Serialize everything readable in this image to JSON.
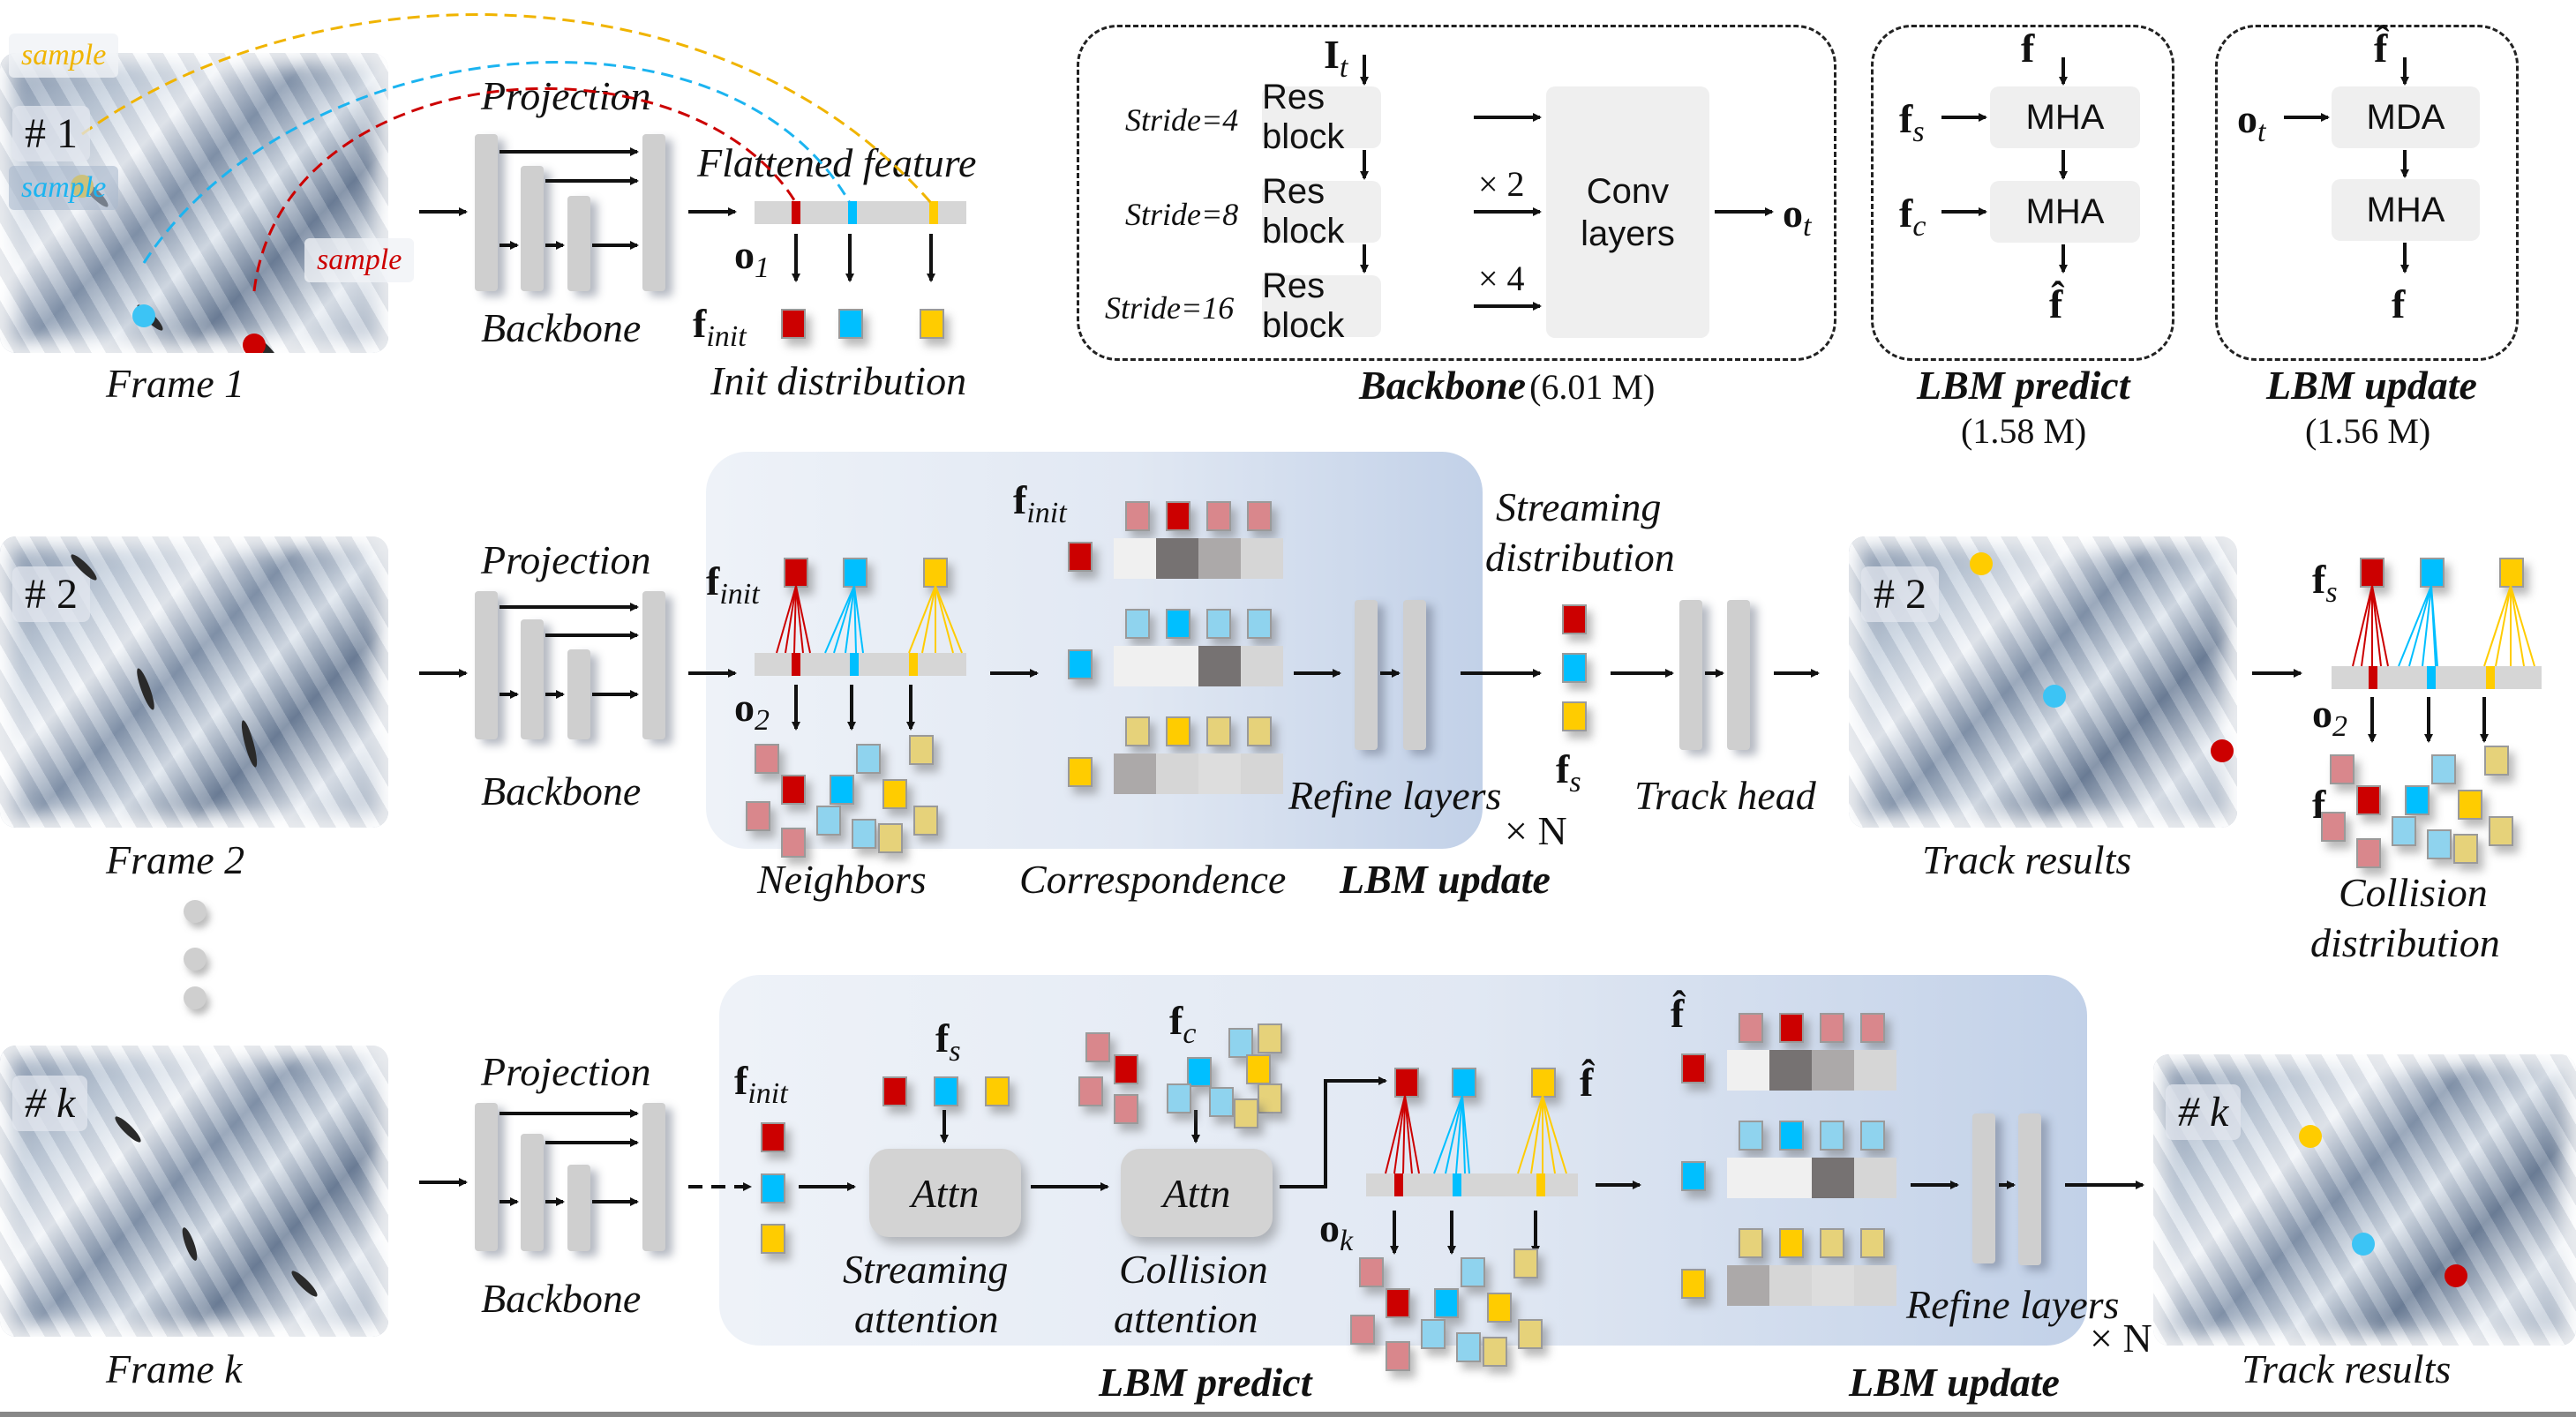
{
  "colors": {
    "red": "#cc0000",
    "blue": "#00bfff",
    "yellow": "#ffcc00",
    "red_faded": "#d9878c",
    "blue_faded": "#8fd3ee",
    "yellow_faded": "#e6d27a",
    "panel": "#c9d7ec",
    "gray_bar": "#cfcfcf"
  },
  "row1": {
    "frame_tag": "# 1",
    "frame_label": "Frame 1",
    "sample_labels": [
      "sample",
      "sample",
      "sample"
    ],
    "projection_label": "Projection",
    "backbone_label": "Backbone",
    "flattened_label": "Flattened feature",
    "o_label": "o",
    "o_sub": "1",
    "f_label": "f",
    "f_sub": "init",
    "init_distribution_label": "Init distribution"
  },
  "backbone_detail": {
    "input": "I",
    "input_sub": "t",
    "strides": [
      "Stride=4",
      "Stride=8",
      "Stride=16"
    ],
    "res_block_label": "Res block",
    "scale_labels": [
      "× 2",
      "× 4"
    ],
    "conv_label_line1": "Conv",
    "conv_label_line2": "layers",
    "output": "o",
    "output_sub": "t",
    "caption": "Backbone",
    "params": "(6.01 M)"
  },
  "lbm_predict_detail": {
    "input_top": "f",
    "inputs_left": [
      {
        "base": "f",
        "sub": "s"
      },
      {
        "base": "f",
        "sub": "c"
      }
    ],
    "blocks": [
      "MHA",
      "MHA"
    ],
    "output": "f̂",
    "caption": "LBM predict",
    "params": "(1.58 M)"
  },
  "lbm_update_detail": {
    "input_top": "f̂",
    "input_left": {
      "base": "o",
      "sub": "t"
    },
    "blocks": [
      "MDA",
      "MHA"
    ],
    "output": "f",
    "caption": "LBM update",
    "params": "(1.56 M)"
  },
  "row2": {
    "frame_tag": "# 2",
    "frame_label": "Frame 2",
    "projection_label": "Projection",
    "backbone_label": "Backbone",
    "f_label": "f",
    "f_sub": "init",
    "o_label": "o",
    "o_sub": "2",
    "neighbors_label": "Neighbors",
    "corr_f_label": "f",
    "corr_f_sub": "init",
    "correspondence_label": "Correspondence",
    "refine_label": "Refine layers",
    "times_n": "× N",
    "lbm_update_label": "LBM update",
    "streaming_label_line1": "Streaming",
    "streaming_label_line2": "distribution",
    "fs_label": "f",
    "fs_sub": "s",
    "track_head_label": "Track head",
    "result_tag": "# 2",
    "track_results_label": "Track results",
    "coll_fs_label": "f",
    "coll_fs_sub": "s",
    "coll_o_label": "o",
    "coll_o_sub": "2",
    "coll_fc_label": "f",
    "coll_fc_sub": "c",
    "collision_label_line1": "Collision",
    "collision_label_line2": "distribution"
  },
  "row3": {
    "frame_tag": "# k",
    "frame_label": "Frame k",
    "projection_label": "Projection",
    "backbone_label": "Backbone",
    "finit_label": "f",
    "finit_sub": "init",
    "fs_label": "f",
    "fs_sub": "s",
    "fc_label": "f",
    "fc_sub": "c",
    "attn_label": "Attn",
    "streaming_attention_line1": "Streaming",
    "streaming_attention_line2": "attention",
    "collision_attention_line1": "Collision",
    "collision_attention_line2": "attention",
    "lbm_predict_label": "LBM predict",
    "fhat_label": "f̂",
    "o_label": "o",
    "o_sub": "k",
    "corr_fhat_label": "f̂",
    "refine_label": "Refine layers",
    "times_n": "× N",
    "lbm_update_label": "LBM update",
    "result_tag": "# k",
    "track_results_label": "Track results"
  }
}
